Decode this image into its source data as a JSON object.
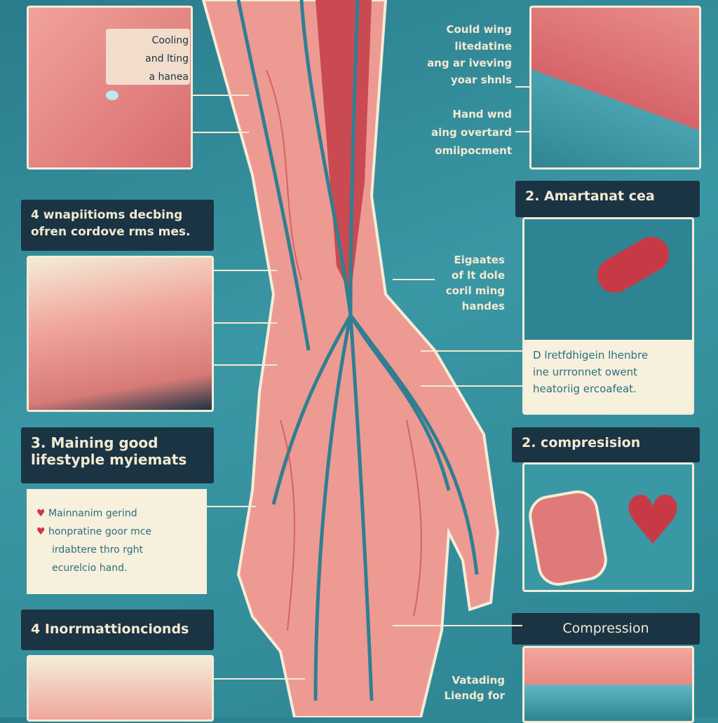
{
  "panels": {
    "top_left_caption": [
      "Cooling",
      "and lting",
      "a hanea"
    ],
    "top_right_text_1": [
      "Could wing",
      "litedatine",
      "ang ar iveving",
      "yoar shnls"
    ],
    "top_right_text_2": [
      "Hand wnd",
      "aing overtard",
      "omiipocment"
    ],
    "left_header_1": [
      "4 wnapiitioms decbing",
      "ofren cordove rms mes."
    ],
    "right_header_1": "2. Amartanat cea",
    "middle_text": [
      "Eigaates",
      "of lt dole",
      "coril ming",
      "handes"
    ],
    "right_cream_1": [
      "D lretfdhigein lhenbre",
      "ine urrronnet owent",
      "heatoriig ercoafeat."
    ],
    "left_header_2": [
      "3. Maining good",
      "lifestyple myiemats"
    ],
    "left_cream": [
      "Mainnanim gerind",
      "honpratine goor mce",
      "irdabtere thro rght",
      "ecurelcio  hand."
    ],
    "right_header_2": "2. compresision",
    "left_header_3": "4 Inorrmattioncionds",
    "right_header_3": "Compression",
    "bottom_text": [
      "Vatading",
      "Liendg for"
    ]
  },
  "colors": {
    "teal": "#3a97a4",
    "navy": "#1b3444",
    "cream": "#f7f0dc",
    "skin": "#e88a86",
    "vein": "#2f7f91"
  }
}
